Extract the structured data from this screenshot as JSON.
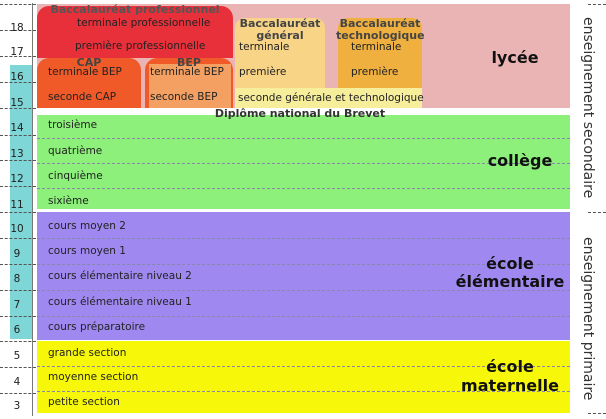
{
  "years": [
    "18",
    "17",
    "16",
    "15",
    "14",
    "13",
    "12",
    "11",
    "10",
    "9",
    "8",
    "7",
    "6",
    "5",
    "4",
    "3"
  ],
  "side_labels": {
    "secondary": "enseignement secondaire",
    "primary": "enseignement primaire"
  },
  "lycee": {
    "name": "lycée",
    "bac_pro": "Baccalauréat professionnel",
    "terminale_pro": "terminale professionnelle",
    "premiere_pro": "première professionnelle",
    "cap": "CAP",
    "bep": "BEP",
    "terminale_bep_1": "terminale BEP",
    "terminale_bep_2": "terminale BEP",
    "seconde_cap": "seconde CAP",
    "seconde_bep": "seconde BEP",
    "bac_general": "Baccalauréat général",
    "bac_techno": "Baccalauréat technologique",
    "terminale_gen": "terminale",
    "premiere_gen": "première",
    "terminale_techno": "terminale",
    "premiere_techno": "première",
    "seconde_gt": "seconde générale et technologique"
  },
  "college": {
    "name": "collège",
    "brevet": "Diplôme national du Brevet",
    "classes": [
      "troisième",
      "quatrième",
      "cinquième",
      "sixième"
    ]
  },
  "elementaire": {
    "name_line1": "école",
    "name_line2": "élémentaire",
    "classes": [
      "cours moyen 2",
      "cours moyen 1",
      "cours élémentaire niveau 2",
      "cours élémentaire niveau 1",
      "cours préparatoire"
    ]
  },
  "maternelle": {
    "name_line1": "école",
    "name_line2": "maternelle",
    "classes": [
      "grande section",
      "moyenne section",
      "petite section"
    ]
  },
  "colors": {
    "lycee_bg": "#eab4b4",
    "bac_pro": "#e8303a",
    "bep_cap": "#f05a28",
    "bep_cap_mid": "#f3a062",
    "bac_general": "#f8d487",
    "bac_techno": "#f0b040",
    "seconde_gt": "#f7ee9c",
    "college": "#8cf07a",
    "elementaire": "#9f89f0",
    "maternelle": "#f7f70a",
    "teal": "#7fd6d6"
  }
}
